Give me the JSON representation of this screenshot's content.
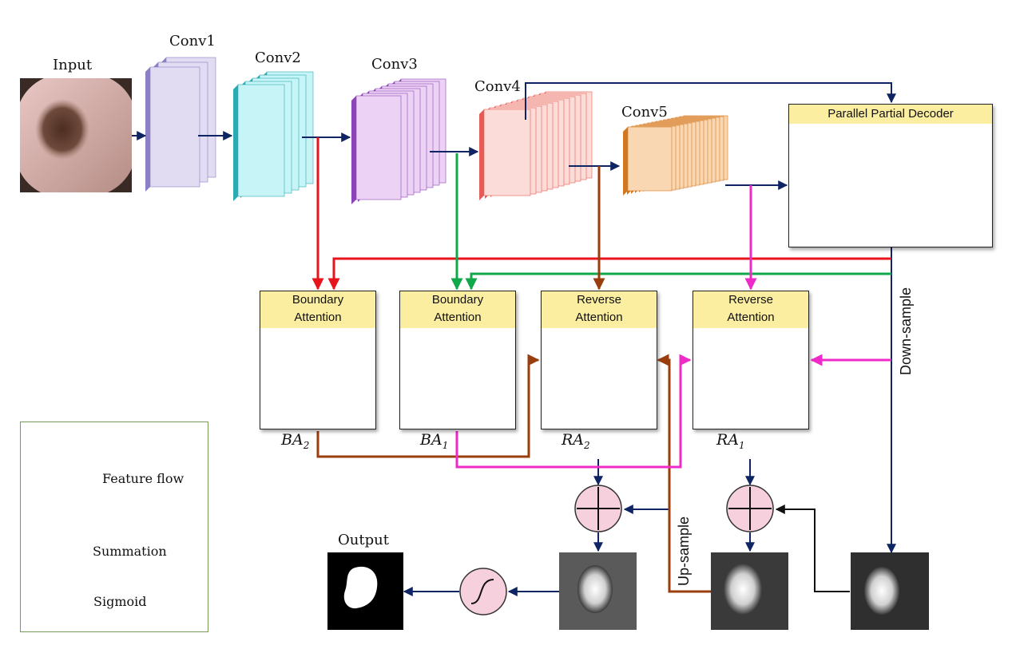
{
  "input_label": "Input",
  "output_label": "Output",
  "conv_layers": [
    {
      "label": "Conv1"
    },
    {
      "label": "Conv2"
    },
    {
      "label": "Conv3"
    },
    {
      "label": "Conv4"
    },
    {
      "label": "Conv5"
    }
  ],
  "decoder": {
    "title": "Parallel Partial Decoder"
  },
  "attention_blocks": [
    {
      "title_line1": "Boundary",
      "title_line2": "Attention",
      "sub_base": "BA",
      "sub_index": "2"
    },
    {
      "title_line1": "Boundary",
      "title_line2": "Attention",
      "sub_base": "BA",
      "sub_index": "1"
    },
    {
      "title_line1": "Reverse",
      "title_line2": "Attention",
      "sub_base": "RA",
      "sub_index": "2"
    },
    {
      "title_line1": "Reverse",
      "title_line2": "Attention",
      "sub_base": "RA",
      "sub_index": "1"
    }
  ],
  "side_labels": {
    "down_sample": "Down-sample",
    "up_sample": "Up-sample"
  },
  "legend": {
    "feature_flow": "Feature flow",
    "summation": "Summation",
    "sigmoid": "Sigmoid",
    "arrow_colors": [
      "#e8141b",
      "#10a84a",
      "#9a3d0c",
      "#ee2bc8",
      "#0f2463"
    ]
  },
  "colors": {
    "red": "#e8141b",
    "green": "#10a84a",
    "brown": "#9a3d0c",
    "magenta": "#ee2bc8",
    "navy": "#0f2463",
    "black": "#111111",
    "header_yellow": "#fbeea0",
    "node_pink": "#f6d1dd"
  }
}
